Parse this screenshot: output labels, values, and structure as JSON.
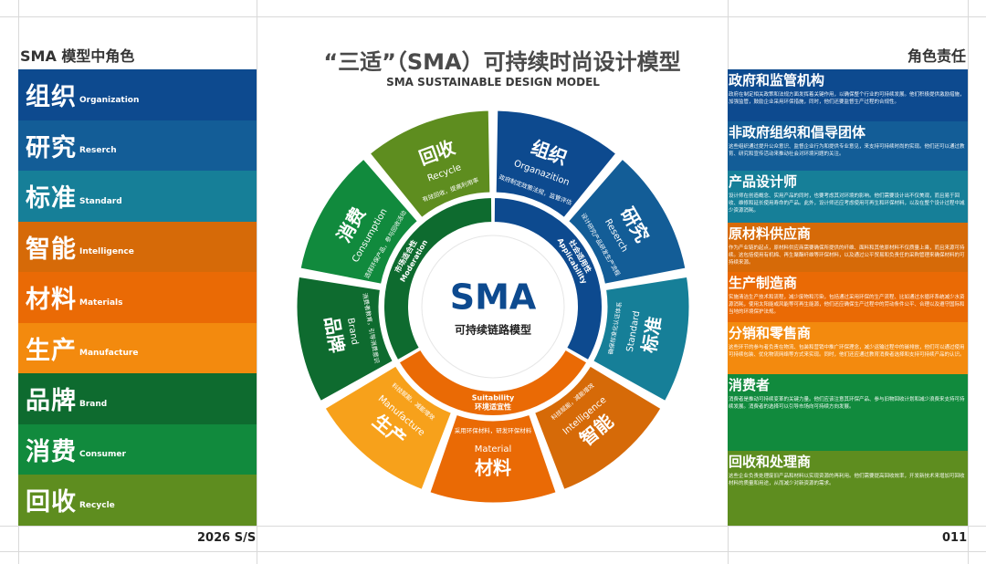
{
  "header": {
    "left_title": "SMA 模型中角色",
    "right_title": "角色责任",
    "title": "“三适”（SMA）可持续时尚设计模型",
    "subtitle": "SMA SUSTAINABLE DESIGN MODEL"
  },
  "roles": [
    {
      "zh": "组织",
      "en": "Organization",
      "color": "#0d4a8f"
    },
    {
      "zh": "研究",
      "en": "Reserch",
      "color": "#135d97"
    },
    {
      "zh": "标准",
      "en": "Standard",
      "color": "#167f98"
    },
    {
      "zh": "智能",
      "en": "Intelligence",
      "color": "#d66a08"
    },
    {
      "zh": "材料",
      "en": "Materials",
      "color": "#ea6a05"
    },
    {
      "zh": "生产",
      "en": "Manufacture",
      "color": "#f38a0e"
    },
    {
      "zh": "品牌",
      "en": "Brand",
      "color": "#0e6b2f"
    },
    {
      "zh": "消费",
      "en": "Consumer",
      "color": "#118a3d"
    },
    {
      "zh": "回收",
      "en": "Recycle",
      "color": "#5e8d1f"
    }
  ],
  "responsibilities": [
    {
      "title": "政府和监管机构",
      "desc": "政府在制定相关政策和法规方面发挥着关键作用，以确保整个行业的可持续发展。他们积极提供激励措施，加强监管，鼓励企业采用环保措施，同时，他们还要监督生产过程的合规性。",
      "color": "#0d4a8f",
      "h": 57
    },
    {
      "title": "非政府组织和倡导团体",
      "desc": "这些组织通过提升公众意识、监督企业行为和提供专业意见，来支持可持续时尚的实现。他们还可以通过教育、研究和宣传活动来推动社会对环境问题的关注。",
      "color": "#135d97",
      "h": 54
    },
    {
      "title": "产品设计师",
      "desc": "设计师在创造概念、实用产品的同时，也要考虑其对环境的影响。他们需要设计出不仅美观，而且易于回收、维修和延长使用寿命的产品。此外，设计师还应考虑使用可再生和环保材料，以及在整个设计过程中减少资源消耗。",
      "color": "#167f98",
      "h": 57
    },
    {
      "title": "原材料供应商",
      "desc": "作为产业链的起点，原材料供应商需要确保所提供的纤维、面料和其他原材料不仅质量上乘，而且来源可持续。这包括使用有机棉、再生聚酯纤维等环保材料，以及通过公平贸易和负责任的采购管理来确保材料的可持续来源。",
      "color": "#d66a08",
      "h": 54
    },
    {
      "title": "生产制造商",
      "desc": "实施清洁生产技术和流程，减少废物和污染，包括通过采用环保的生产流程、比如通过水循环系统减少水资源消耗，使用太阳能或风能等可再生能源，他们还应确保生产过程中的劳动条件公平、合理以及遵守国际和当地的环境保护法规。",
      "color": "#ea6a05",
      "h": 55
    },
    {
      "title": "分销和零售商",
      "desc": "这些环节的参与者负责在物流、包装和营销中推广环保理念，减少运输过程中的碳排放，他们可以通过使用可持续包装、优化物流网络等方式来实现。同时，他们还应通过教育消费者选择和支持可持续产品的认识。",
      "color": "#f38a0e",
      "h": 57
    },
    {
      "title": "消费者",
      "desc": "消费者是推动可持续变革的关键力量。他们应该注意其环保产品、参与旧物回收计划和减少浪费来支持可持续发展。消费者的选择可以引导市场向可持续方向发展。",
      "color": "#118a3d",
      "h": 84
    },
    {
      "title": "回收和处理商",
      "desc": "这些企业负责处理废旧产品和材料以实现资源的再利用。他们需要提高回收效率，开发新技术来增加可回收材料的质量和用途，从而减少对新资源的需求。",
      "color": "#5e8d1f",
      "h": 82
    }
  ],
  "wheel": {
    "center_title": "SMA",
    "center_sub": "可持续链路模型",
    "inner_ring": [
      {
        "en": "Applicability",
        "zh": "社会适用性",
        "color": "#0d4a8f"
      },
      {
        "en": "Suitability",
        "zh": "环境适宜性",
        "color": "#ea6a05"
      },
      {
        "en": "Moderation",
        "zh": "市场适合性",
        "color": "#0e6b2f"
      }
    ],
    "segments": [
      {
        "zh": "组织",
        "en": "Organazition",
        "desc": "政府制定政策法规，监管评估",
        "color": "#0d4a8f"
      },
      {
        "zh": "研究",
        "en": "Reserch",
        "desc": "设计研究产品研发生产流程",
        "color": "#135d97"
      },
      {
        "zh": "标准",
        "en": "Standard",
        "desc": "确保标准化认证体系",
        "color": "#167f98"
      },
      {
        "zh": "智能",
        "en": "Intelligence",
        "desc": "科技赋能，减能增效",
        "color": "#d66a08"
      },
      {
        "zh": "材料",
        "en": "Material",
        "desc": "采用环保材料，研发环保材料",
        "color": "#ea6a05"
      },
      {
        "zh": "生产",
        "en": "Manufacture",
        "desc": "科技赋能，减能增效",
        "color": "#f7a11b"
      },
      {
        "zh": "品牌",
        "en": "Brand",
        "desc": "消费者教育，引导消费意识",
        "color": "#0e6b2f"
      },
      {
        "zh": "消费",
        "en": "Consumption",
        "desc": "选择环保产品，参与回收活动",
        "color": "#118a3d"
      },
      {
        "zh": "回收",
        "en": "Recycle",
        "desc": "有效回收，提高利用率",
        "color": "#5e8d1f"
      }
    ]
  },
  "footer": {
    "season": "2026 S/S",
    "page": "011"
  }
}
